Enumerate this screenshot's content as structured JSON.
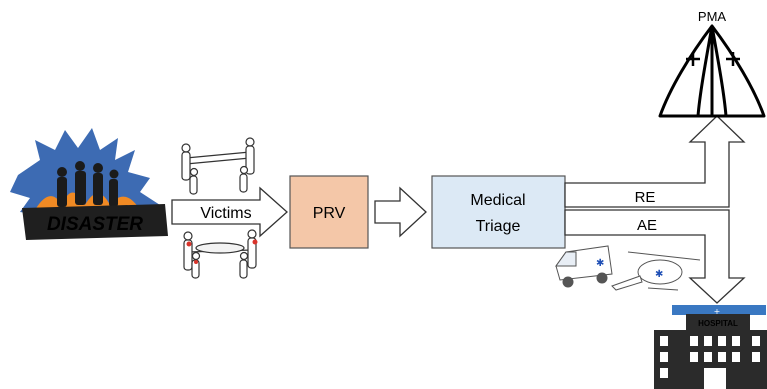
{
  "disaster": {
    "label": "DISASTER",
    "icon": "disaster-icon"
  },
  "victims": {
    "label": "Victims",
    "icon": "stretcher-bearers-icon"
  },
  "prv": {
    "label": "PRV",
    "fill": "#f4c7a8"
  },
  "triage": {
    "label_line1": "Medical",
    "label_line2": "Triage",
    "fill": "#dce9f5"
  },
  "routes": {
    "re_label": "RE",
    "ae_label": "AE"
  },
  "pma": {
    "label": "PMA",
    "icon": "tent-icon"
  },
  "transport": {
    "ambulance_icon": "ambulance-icon",
    "helicopter_icon": "helicopter-icon"
  },
  "hospital": {
    "label": "HOSPITAL",
    "icon": "hospital-icon"
  }
}
